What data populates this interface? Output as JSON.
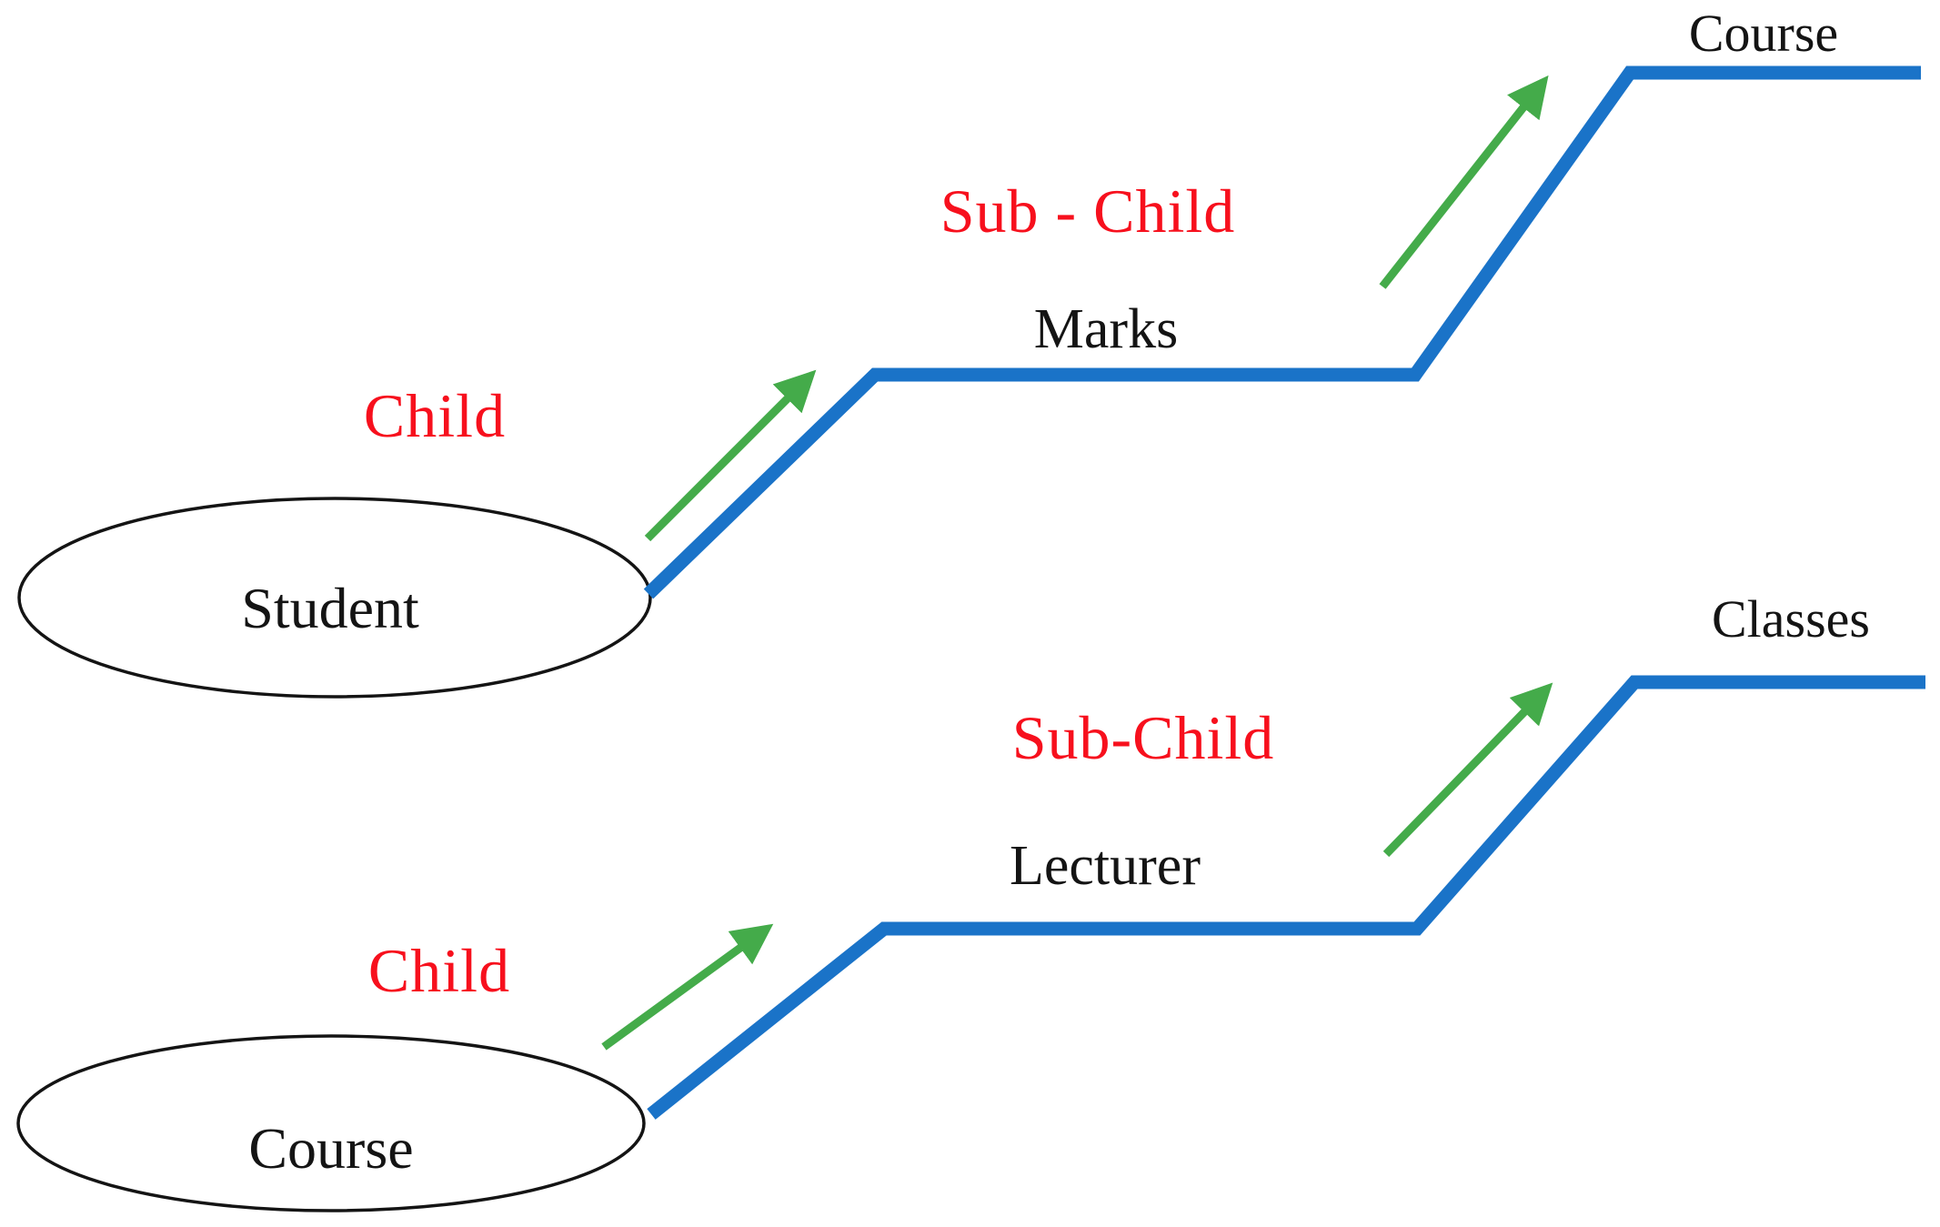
{
  "diagram": {
    "nodes": {
      "student": {
        "label": "Student"
      },
      "marks": {
        "label": "Marks"
      },
      "course_top": {
        "label": "Course"
      },
      "course_bottom": {
        "label": "Course"
      },
      "lecturer": {
        "label": "Lecturer"
      },
      "classes": {
        "label": "Classes"
      }
    },
    "edge_labels": {
      "child_top": "Child",
      "sub_child_top": "Sub - Child",
      "child_bottom": "Child",
      "sub_child_bottom": "Sub-Child"
    },
    "edges": [
      {
        "from": "Student",
        "to": "Marks",
        "label": "Child"
      },
      {
        "from": "Marks",
        "to": "Course",
        "label": "Sub - Child"
      },
      {
        "from": "Course",
        "to": "Lecturer",
        "label": "Child"
      },
      {
        "from": "Lecturer",
        "to": "Classes",
        "label": "Sub-Child"
      }
    ]
  },
  "colors": {
    "line_blue": "#1a73c8",
    "arrow_green": "#44ab4a",
    "label_red": "#f7101d",
    "ink": "#141414",
    "background": "#ffffff"
  }
}
